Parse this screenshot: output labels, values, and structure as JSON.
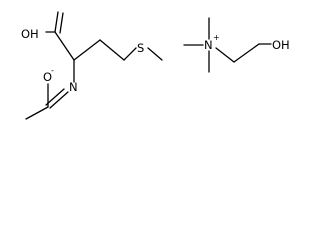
{
  "molecule_left": {
    "labels": {
      "hydroxyl": "OH",
      "oxygen": "O",
      "oxide_charge": "-",
      "nitrogen": "N",
      "sulfur": "S"
    }
  },
  "molecule_right": {
    "labels": {
      "nitrogen": "N",
      "ammonium_charge": "+",
      "hydroxyl": "OH"
    }
  }
}
